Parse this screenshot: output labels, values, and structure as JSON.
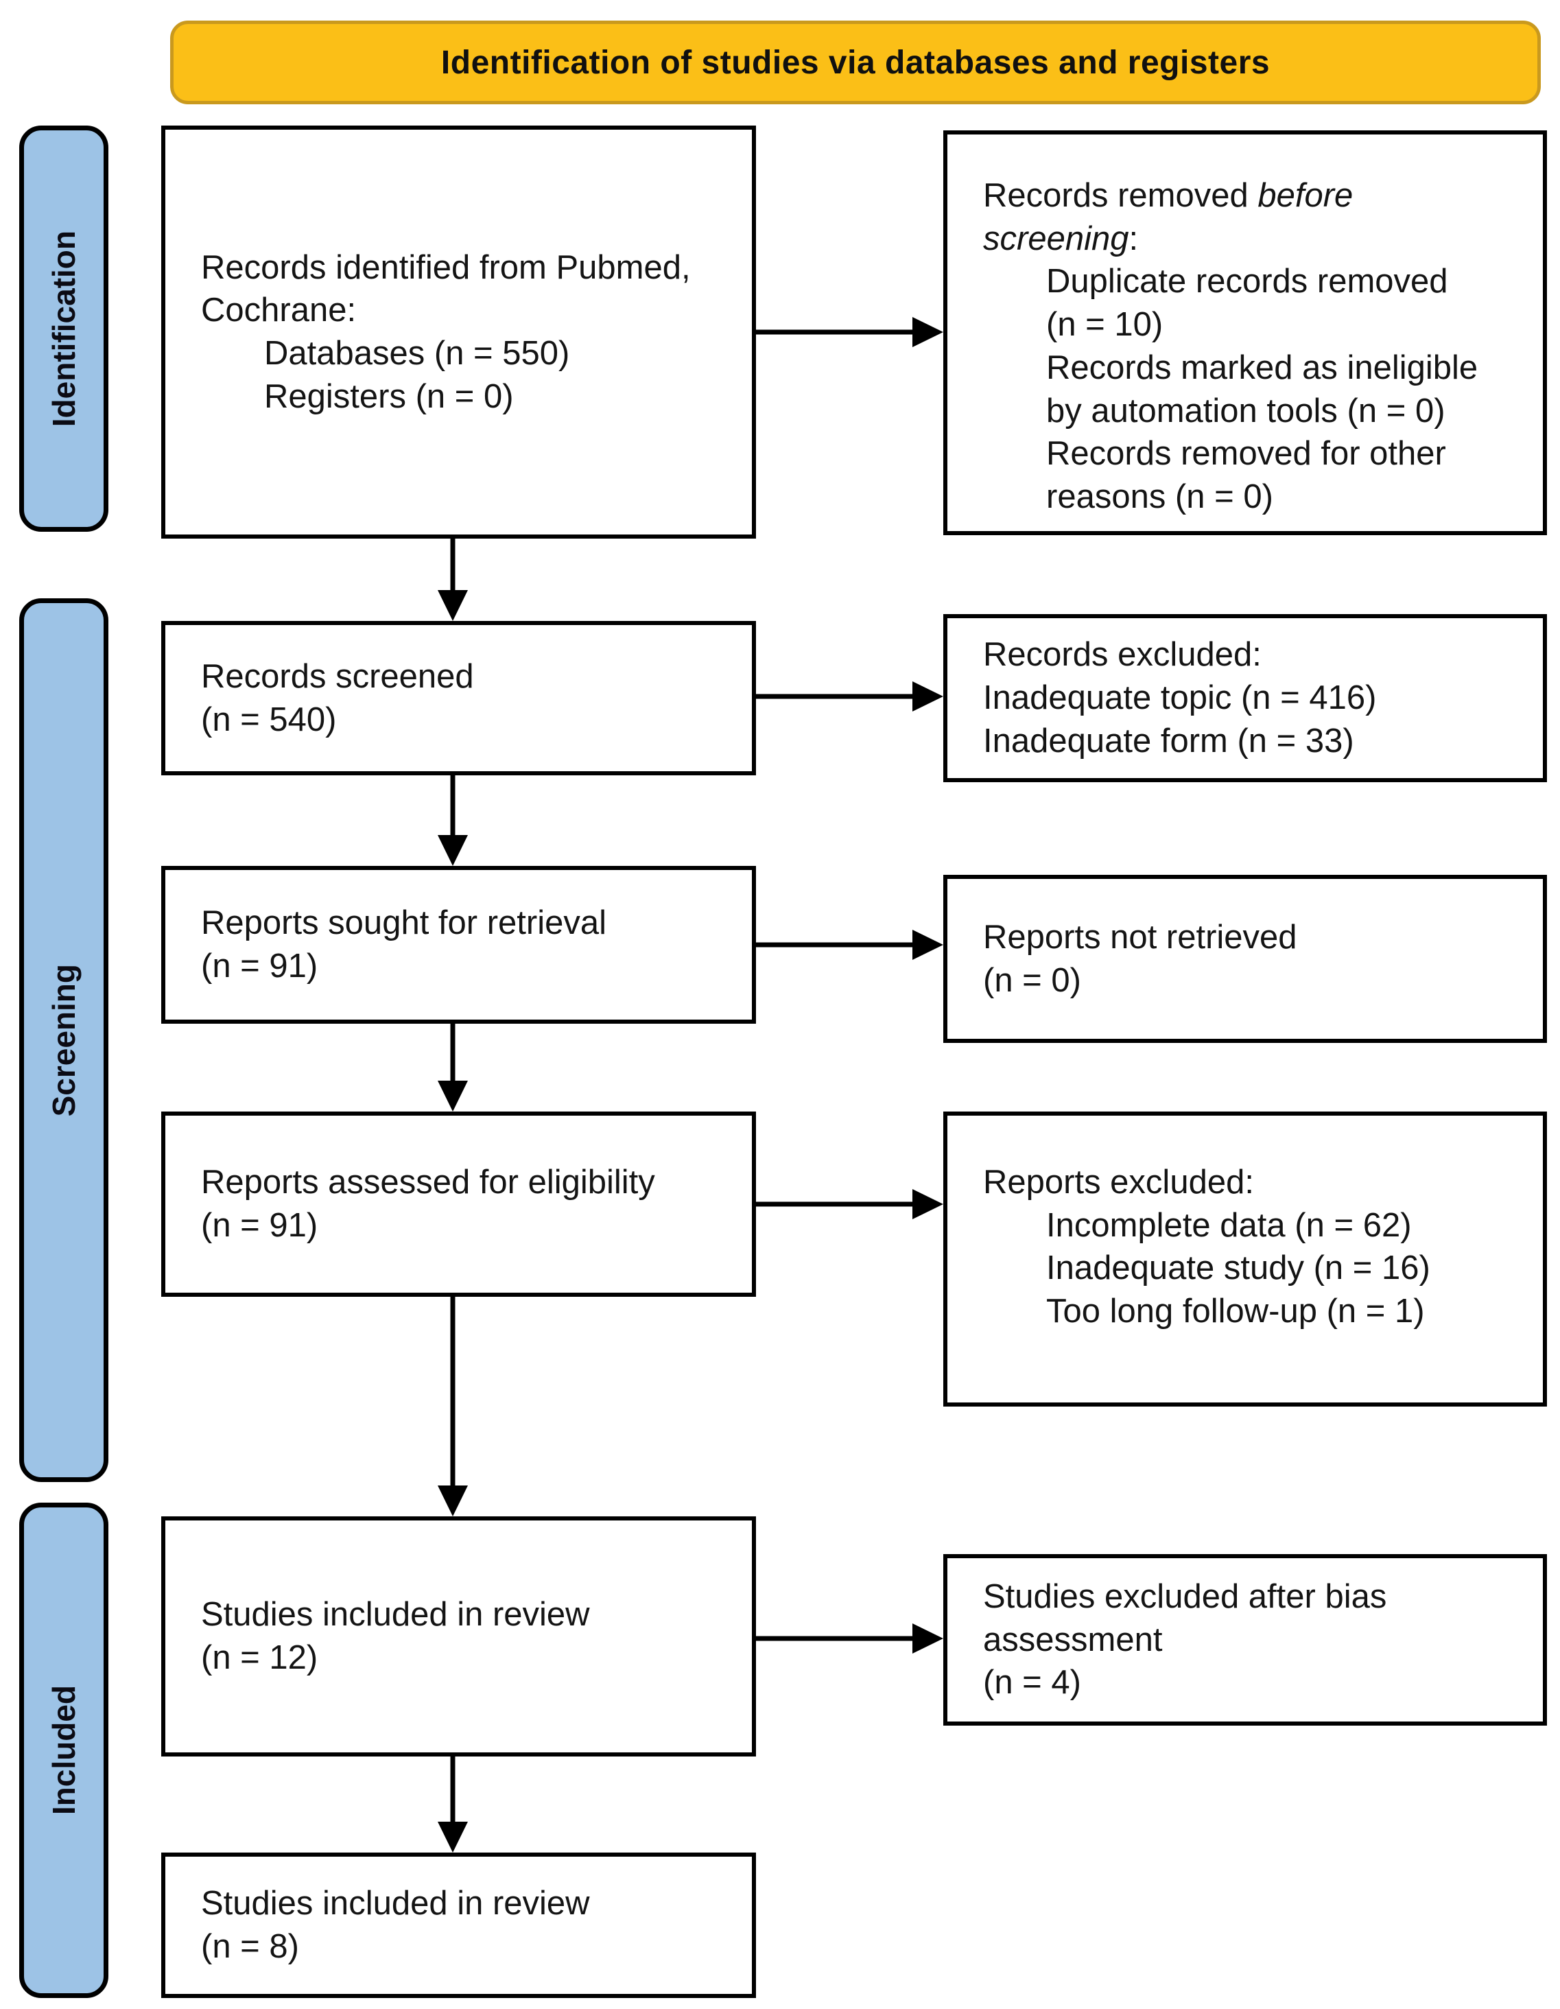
{
  "banner": {
    "title": "Identification of studies via databases and registers"
  },
  "colors": {
    "banner_fill": "#FBBF17",
    "banner_border": "#C9991E",
    "stage_fill": "#9DC3E6",
    "box_border": "#000000",
    "arrow": "#000000"
  },
  "stages": [
    {
      "label": "Identification"
    },
    {
      "label": "Screening"
    },
    {
      "label": "Included"
    }
  ],
  "boxes": {
    "identified": {
      "lines": [
        {
          "ind": 0,
          "seg": [
            {
              "t": "Records identified from Pubmed,",
              "i": 0
            }
          ]
        },
        {
          "ind": 0,
          "seg": [
            {
              "t": "Cochrane:",
              "i": 0
            }
          ]
        },
        {
          "ind": 1,
          "seg": [
            {
              "t": "Databases (n = 550)",
              "i": 0
            }
          ]
        },
        {
          "ind": 1,
          "seg": [
            {
              "t": "Registers (n = 0)",
              "i": 0
            }
          ]
        }
      ]
    },
    "removed_before_screening": {
      "lines": [
        {
          "ind": 0,
          "seg": [
            {
              "t": "Records removed ",
              "i": 0
            },
            {
              "t": "before",
              "i": 1
            }
          ]
        },
        {
          "ind": 0,
          "seg": [
            {
              "t": "screening",
              "i": 1
            },
            {
              "t": ":",
              "i": 0
            }
          ]
        },
        {
          "ind": 1,
          "seg": [
            {
              "t": "Duplicate records removed",
              "i": 0
            }
          ]
        },
        {
          "ind": 1,
          "seg": [
            {
              "t": "(n = 10)",
              "i": 0
            }
          ]
        },
        {
          "ind": 1,
          "seg": [
            {
              "t": "Records marked as ineligible",
              "i": 0
            }
          ]
        },
        {
          "ind": 1,
          "seg": [
            {
              "t": "by automation tools (n = 0)",
              "i": 0
            }
          ]
        },
        {
          "ind": 1,
          "seg": [
            {
              "t": "Records removed for other",
              "i": 0
            }
          ]
        },
        {
          "ind": 1,
          "seg": [
            {
              "t": "reasons (n = 0)",
              "i": 0
            }
          ]
        }
      ]
    },
    "screened": {
      "lines": [
        {
          "ind": 0,
          "seg": [
            {
              "t": "Records screened",
              "i": 0
            }
          ]
        },
        {
          "ind": 0,
          "seg": [
            {
              "t": "(n = 540)",
              "i": 0
            }
          ]
        }
      ]
    },
    "records_excluded": {
      "lines": [
        {
          "ind": 0,
          "seg": [
            {
              "t": "Records excluded:",
              "i": 0
            }
          ]
        },
        {
          "ind": 0,
          "seg": [
            {
              "t": "Inadequate topic (n = 416)",
              "i": 0
            }
          ]
        },
        {
          "ind": 0,
          "seg": [
            {
              "t": "Inadequate form (n = 33)",
              "i": 0
            }
          ]
        }
      ]
    },
    "sought": {
      "lines": [
        {
          "ind": 0,
          "seg": [
            {
              "t": "Reports sought for retrieval",
              "i": 0
            }
          ]
        },
        {
          "ind": 0,
          "seg": [
            {
              "t": "(n = 91)",
              "i": 0
            }
          ]
        }
      ]
    },
    "not_retrieved": {
      "lines": [
        {
          "ind": 0,
          "seg": [
            {
              "t": "Reports not retrieved",
              "i": 0
            }
          ]
        },
        {
          "ind": 0,
          "seg": [
            {
              "t": "(n = 0)",
              "i": 0
            }
          ]
        }
      ]
    },
    "assessed": {
      "lines": [
        {
          "ind": 0,
          "seg": [
            {
              "t": "Reports assessed for eligibility",
              "i": 0
            }
          ]
        },
        {
          "ind": 0,
          "seg": [
            {
              "t": "(n = 91)",
              "i": 0
            }
          ]
        }
      ]
    },
    "reports_excluded": {
      "lines": [
        {
          "ind": 0,
          "seg": [
            {
              "t": "Reports excluded:",
              "i": 0
            }
          ]
        },
        {
          "ind": 1,
          "seg": [
            {
              "t": "Incomplete data (n = 62)",
              "i": 0
            }
          ]
        },
        {
          "ind": 1,
          "seg": [
            {
              "t": "Inadequate study (n = 16)",
              "i": 0
            }
          ]
        },
        {
          "ind": 1,
          "seg": [
            {
              "t": "Too long follow-up (n = 1)",
              "i": 0
            }
          ]
        }
      ]
    },
    "included_review": {
      "lines": [
        {
          "ind": 0,
          "seg": [
            {
              "t": "Studies included in review",
              "i": 0
            }
          ]
        },
        {
          "ind": 0,
          "seg": [
            {
              "t": "(n = 12)",
              "i": 0
            }
          ]
        }
      ]
    },
    "excluded_bias": {
      "lines": [
        {
          "ind": 0,
          "seg": [
            {
              "t": "Studies excluded after bias",
              "i": 0
            }
          ]
        },
        {
          "ind": 0,
          "seg": [
            {
              "t": "assessment",
              "i": 0
            }
          ]
        },
        {
          "ind": 0,
          "seg": [
            {
              "t": "(n = 4)",
              "i": 0
            }
          ]
        }
      ]
    },
    "included_final": {
      "lines": [
        {
          "ind": 0,
          "seg": [
            {
              "t": "Studies included in review",
              "i": 0
            }
          ]
        },
        {
          "ind": 0,
          "seg": [
            {
              "t": "(n = 8)",
              "i": 0
            }
          ]
        }
      ]
    }
  }
}
